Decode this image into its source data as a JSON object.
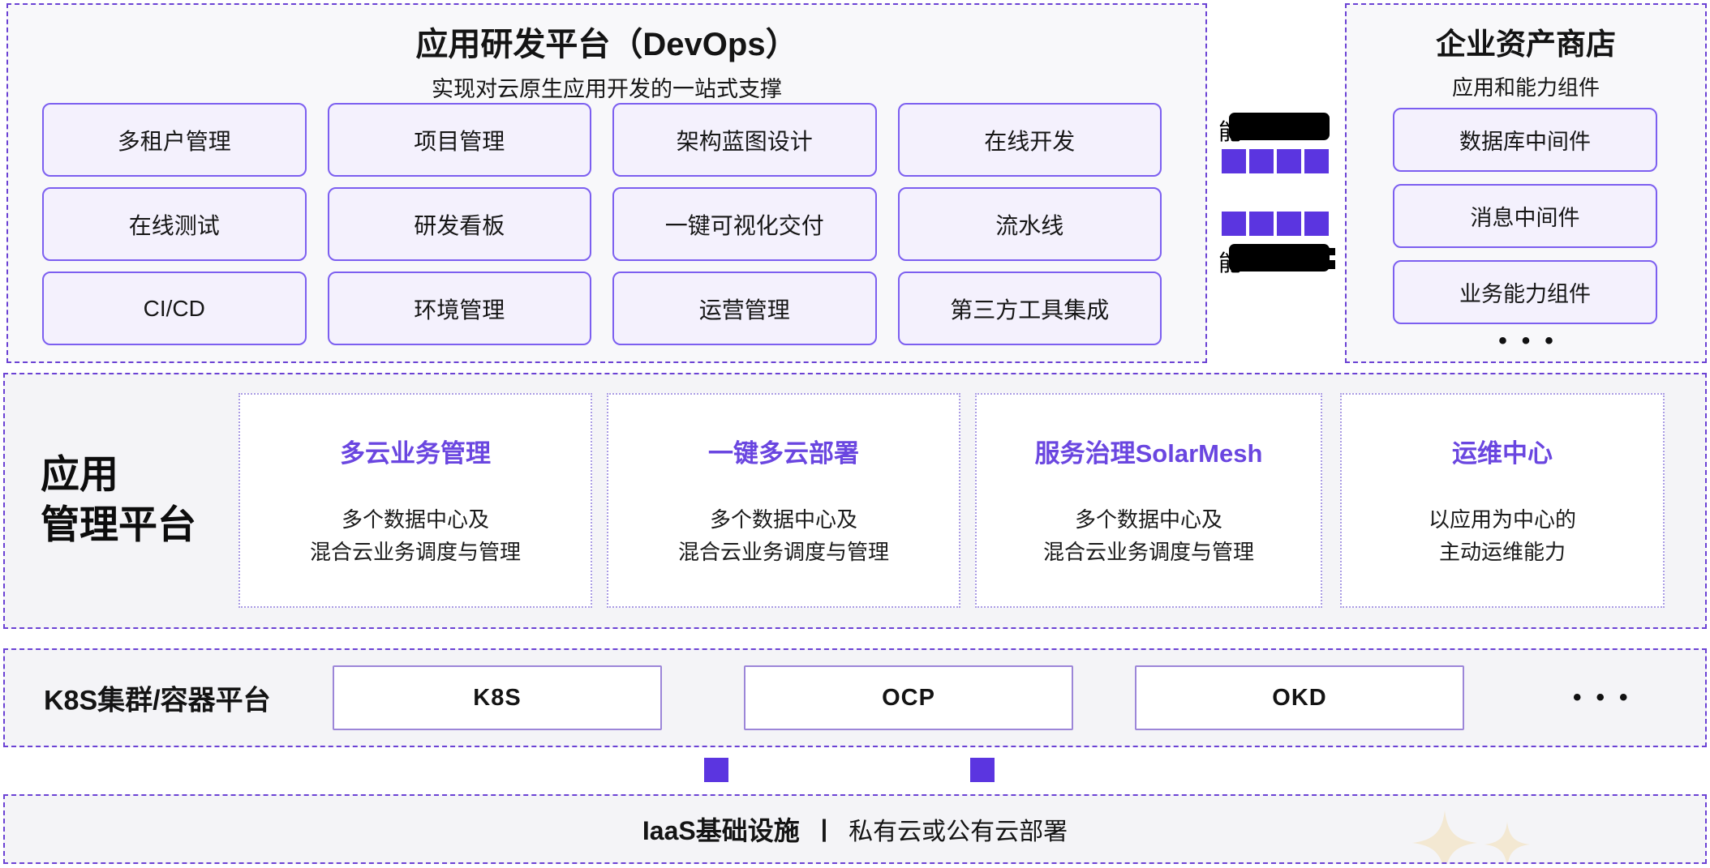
{
  "colors": {
    "section_border": "#6b42d4",
    "pill_border": "#7c5ff0",
    "pill_bg": "#f4f1fd",
    "card_title_purple": "#6a46e0",
    "connector_square": "#5b35e0",
    "band_bg": "#f4f4f7",
    "top_section_bg": "#f8f8fa",
    "k8s_box_border": "#9c86d8",
    "sparkle": "#f3e8d2",
    "redaction": "#000000"
  },
  "devops": {
    "title": "应用研发平台（DevOps）",
    "subtitle": "实现对云原生应用开发的一站式支撑",
    "buttons": [
      "多租户管理",
      "项目管理",
      "架构蓝图设计",
      "在线开发",
      "在线测试",
      "研发看板",
      "一键可视化交付",
      "流水线",
      "CI/CD",
      "环境管理",
      "运营管理",
      "第三方工具集成"
    ]
  },
  "connector": {
    "top_redacted_visible_char": "能",
    "bottom_redacted_visible_char": "能",
    "squares_per_row": 4
  },
  "asset_store": {
    "title": "企业资产商店",
    "subtitle": "应用和能力组件",
    "items": [
      "数据库中间件",
      "消息中间件",
      "业务能力组件"
    ],
    "more": "•••"
  },
  "app_mgmt": {
    "label_line1": "应用",
    "label_line2": "管理平台",
    "cards": [
      {
        "title": "多云业务管理",
        "desc_line1": "多个数据中心及",
        "desc_line2": "混合云业务调度与管理"
      },
      {
        "title": "一键多云部署",
        "desc_line1": "多个数据中心及",
        "desc_line2": "混合云业务调度与管理"
      },
      {
        "title": "服务治理SolarMesh",
        "desc_line1": "多个数据中心及",
        "desc_line2": "混合云业务调度与管理"
      },
      {
        "title": "运维中心",
        "desc_line1": "以应用为中心的",
        "desc_line2": "主动运维能力"
      }
    ]
  },
  "container_platform": {
    "label": "K8S集群/容器平台",
    "boxes": [
      "K8S",
      "OCP",
      "OKD"
    ],
    "more": "•••"
  },
  "iaas": {
    "name": "IaaS基础设施",
    "divider": "|",
    "deployment": "私有云或公有云部署"
  }
}
